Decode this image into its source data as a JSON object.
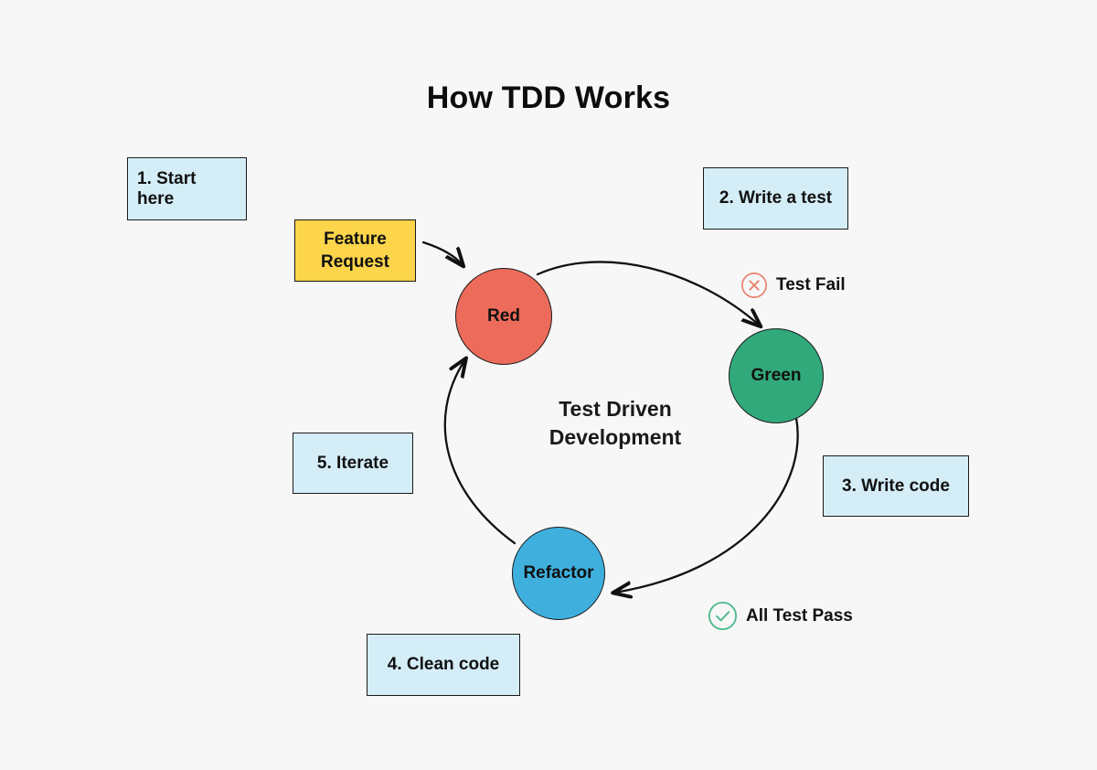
{
  "page": {
    "title": "How TDD Works",
    "background_color": "#f7f7f7"
  },
  "center": {
    "line1": "Test Driven",
    "line2": "Development"
  },
  "entry": {
    "line1": "Feature",
    "line2": "Request",
    "fill_color": "#fcd54b"
  },
  "nodes": [
    {
      "label": "Red",
      "fill_color": "#ec6b5a"
    },
    {
      "label": "Green",
      "fill_color": "#32a97b"
    },
    {
      "label": "Refactor",
      "fill_color": "#3fb0de"
    }
  ],
  "steps": [
    {
      "label": "1. Start here",
      "fill_color": "#d4edf7"
    },
    {
      "label": "2. Write a test",
      "fill_color": "#d4edf7"
    },
    {
      "label": "3. Write code",
      "fill_color": "#d4edf7"
    },
    {
      "label": "4. Clean code",
      "fill_color": "#d4edf7"
    },
    {
      "label": "5. Iterate",
      "fill_color": "#d4edf7"
    }
  ],
  "statuses": [
    {
      "label": "Test Fail",
      "icon": "circle-x-icon",
      "color": "#e8836f"
    },
    {
      "label": "All Test Pass",
      "icon": "circle-check-icon",
      "color": "#4bb98a"
    }
  ],
  "arrows": [
    {
      "name": "feature-request-to-red",
      "from": "Feature Request",
      "to": "Red"
    },
    {
      "name": "red-to-green",
      "from": "Red",
      "to": "Green"
    },
    {
      "name": "green-to-refactor",
      "from": "Green",
      "to": "Refactor"
    },
    {
      "name": "refactor-to-red",
      "from": "Refactor",
      "to": "Red"
    }
  ]
}
